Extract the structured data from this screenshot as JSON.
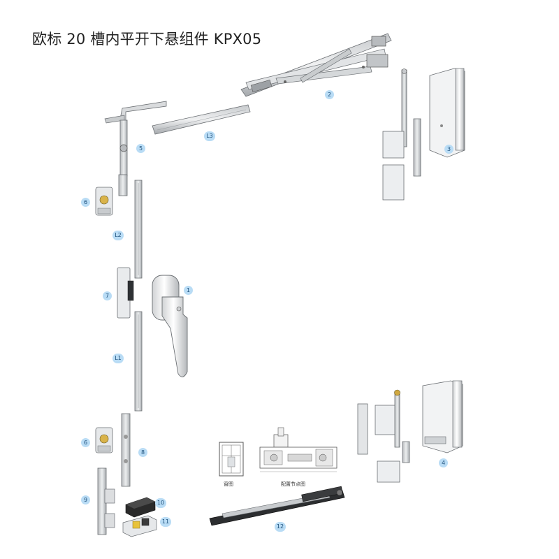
{
  "title": "欧标 20 槽内平开下悬组件 KPX05",
  "callouts": {
    "c1": "1",
    "c2": "2",
    "c3": "3",
    "c4": "4",
    "c5": "5",
    "c6a": "6",
    "c6b": "6",
    "c7": "7",
    "c8": "8",
    "c9": "9",
    "c10": "10",
    "c11": "11",
    "c12": "12",
    "cL1": "L1",
    "cL2": "L2",
    "cL3": "L3"
  },
  "captions": {
    "window_view": "窗图",
    "section_view": "配置节点图"
  },
  "colors": {
    "metal": "#d4d6d8",
    "metal_dark": "#8c9094",
    "outline": "#6a6e72",
    "callout_bg": "#b9dcf5",
    "black_part": "#2a2a2a",
    "yellow_part": "#e8c23a"
  }
}
